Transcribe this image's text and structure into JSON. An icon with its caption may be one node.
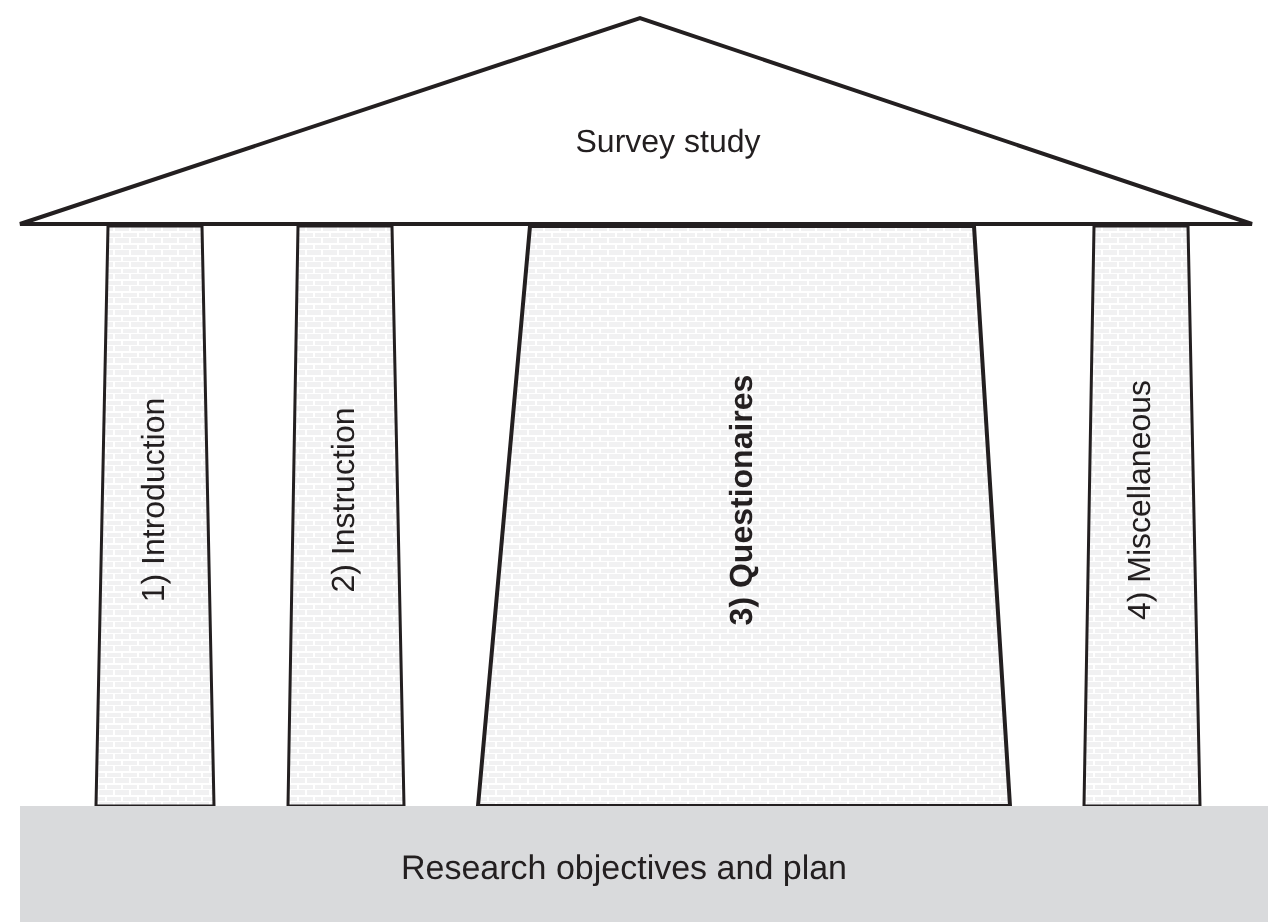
{
  "diagram": {
    "nodes": [
      {
        "text": [
          "Survey study"
        ]
      },
      {
        "text": [
          "1) Introduction"
        ]
      },
      {
        "text": [
          "2) Instruction"
        ]
      },
      {
        "text": [
          "3) Questionaires"
        ]
      },
      {
        "text": [
          "4) Miscellaneous"
        ]
      },
      {
        "text": [
          "Research objectives and plan"
        ]
      }
    ]
  }
}
